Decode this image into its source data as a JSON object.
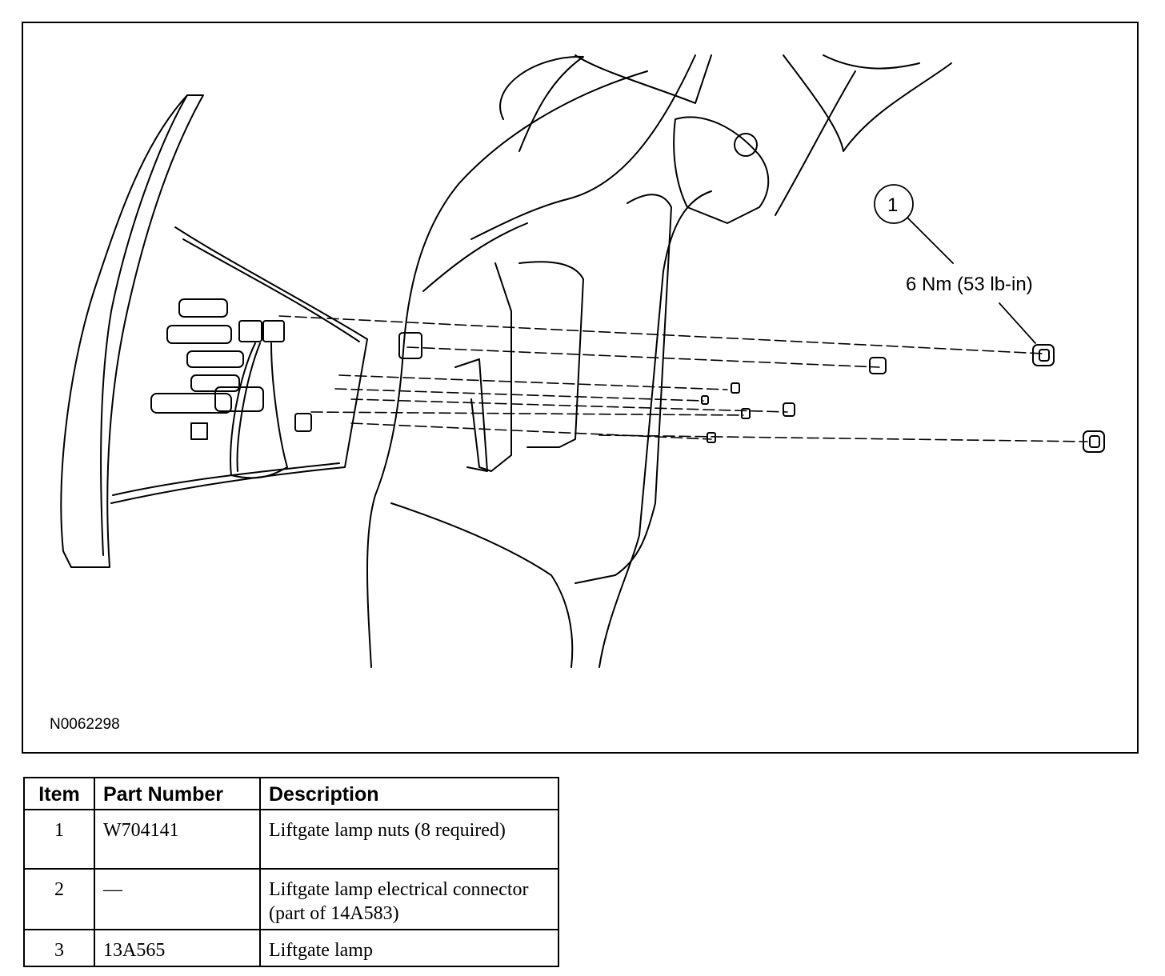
{
  "figure": {
    "id_label": "N0062298",
    "callout": {
      "number": "1",
      "torque": "6 Nm (53 lb-in)"
    }
  },
  "table": {
    "headers": {
      "item": "Item",
      "part_number": "Part Number",
      "description": "Description"
    },
    "rows": [
      {
        "item": "1",
        "part_number": "W704141",
        "description": "Liftgate lamp nuts (8 required)"
      },
      {
        "item": "2",
        "part_number": "—",
        "description": "Liftgate lamp electrical connector (part of 14A583)"
      },
      {
        "item": "3",
        "part_number": "13A565",
        "description": "Liftgate lamp"
      }
    ]
  }
}
